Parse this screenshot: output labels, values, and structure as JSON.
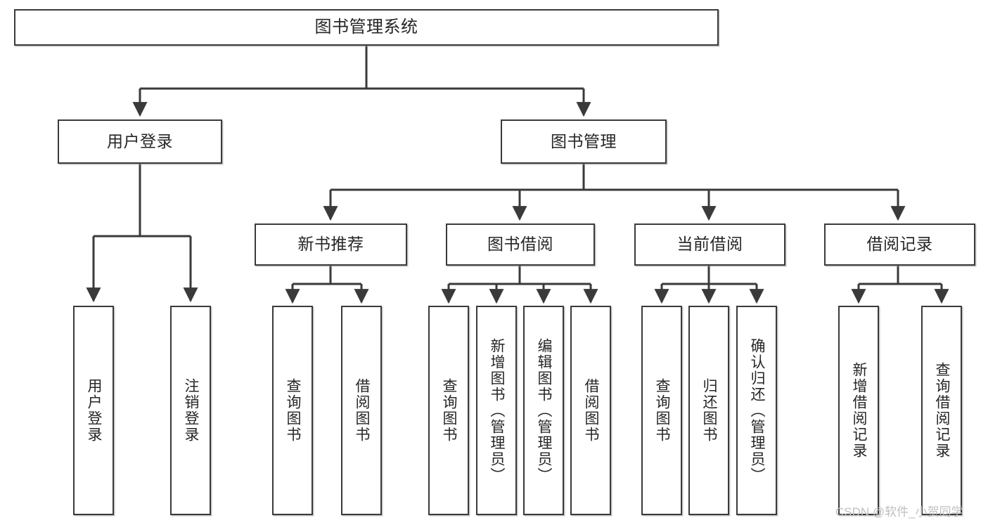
{
  "diagram": {
    "title_text": "图书管理系统",
    "type": "tree",
    "watermark": "CSDN @软件_小贺同学",
    "colors": {
      "stroke": "#3a3a3a",
      "text": "#262626",
      "background": "#ffffff",
      "watermark": "#bfbfbf"
    },
    "root": {
      "label": "图书管理系统"
    },
    "level2": [
      {
        "label": "用户登录"
      },
      {
        "label": "图书管理"
      }
    ],
    "level3": [
      {
        "label": "新书推荐"
      },
      {
        "label": "图书借阅"
      },
      {
        "label": "当前借阅"
      },
      {
        "label": "借阅记录"
      }
    ],
    "leaves": [
      {
        "label": "用户登录"
      },
      {
        "label": "注销登录"
      },
      {
        "label": "查询图书"
      },
      {
        "label": "借阅图书"
      },
      {
        "label": "查询图书"
      },
      {
        "label": "新增图书（管理员）"
      },
      {
        "label": "编辑图书（管理员）"
      },
      {
        "label": "借阅图书"
      },
      {
        "label": "查询图书"
      },
      {
        "label": "归还图书"
      },
      {
        "label": "确认归还（管理员）"
      },
      {
        "label": "新增借阅记录"
      },
      {
        "label": "查询借阅记录"
      }
    ]
  }
}
